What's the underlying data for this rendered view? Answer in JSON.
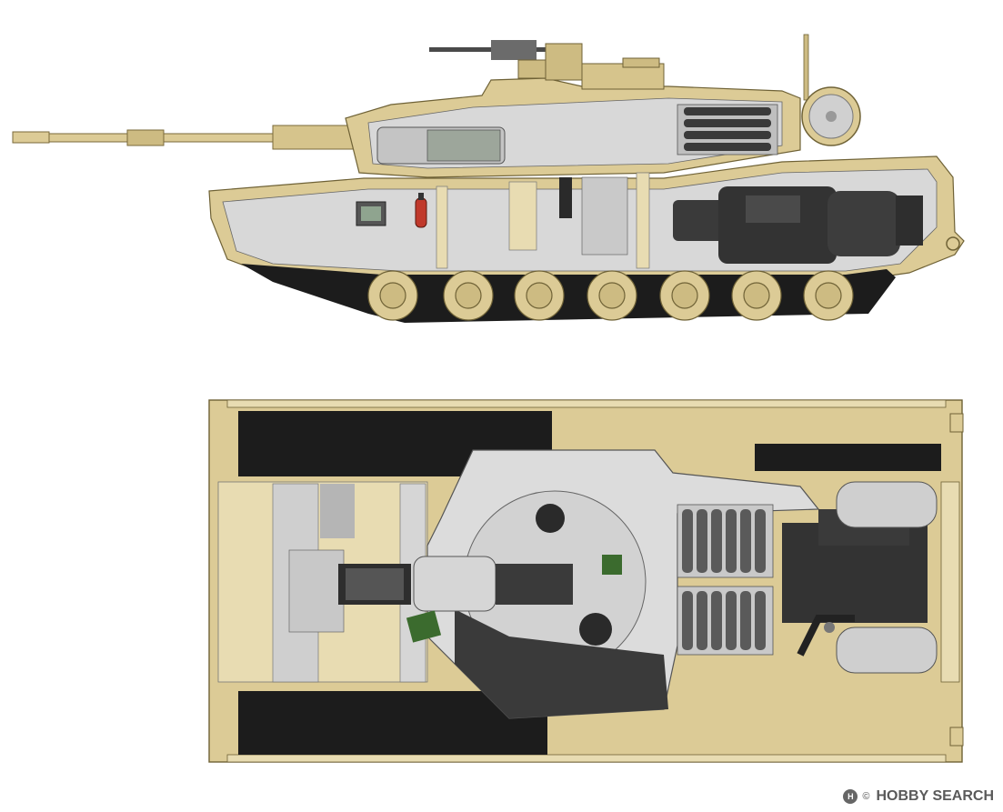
{
  "watermark": {
    "mark": "H",
    "copyright": "©",
    "brand": "HOBBY SEARCH"
  },
  "views": [
    {
      "name": "side-cutaway-view",
      "hull_color": "#dccb96",
      "interior_color": "#d8d8d8",
      "engine_color": "#3a3a3a"
    },
    {
      "name": "top-cutaway-view",
      "hull_color": "#dccb96",
      "interior_color": "#dcdcdc",
      "engine_color": "#3a3a3a"
    }
  ],
  "colors": {
    "sand": "#dccb96",
    "sand_dark": "#b9a66d",
    "sand_light": "#e8dcb2",
    "grey": "#d6d6d6",
    "grey_dark": "#8c8c8c",
    "black": "#1c1c1c",
    "red": "#c0392b",
    "green": "#3b6b2e"
  }
}
